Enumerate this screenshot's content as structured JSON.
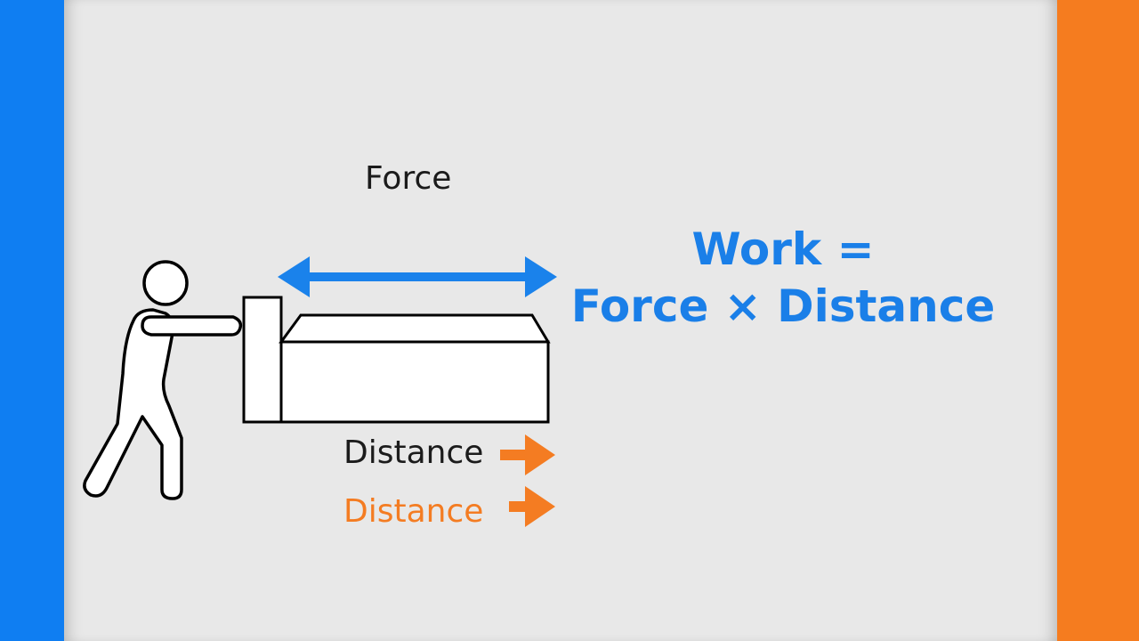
{
  "colors": {
    "left_bar": "#0f7ef2",
    "right_bar": "#f57c1f",
    "force_arrow": "#1a82eb",
    "distance_arrow": "#f47c22",
    "distance_text_2": "#f47c22",
    "formula": "#1a7fe8"
  },
  "labels": {
    "force": "Force",
    "distance_1": "Distance",
    "distance_2": "Distance"
  },
  "formula": {
    "line1": "Work =",
    "line2": "Force × Distance"
  },
  "icons": {
    "person": "stick-figure-pushing",
    "box": "box-outline",
    "force_arrow": "double-headed-arrow",
    "distance_arrow": "right-arrow"
  }
}
